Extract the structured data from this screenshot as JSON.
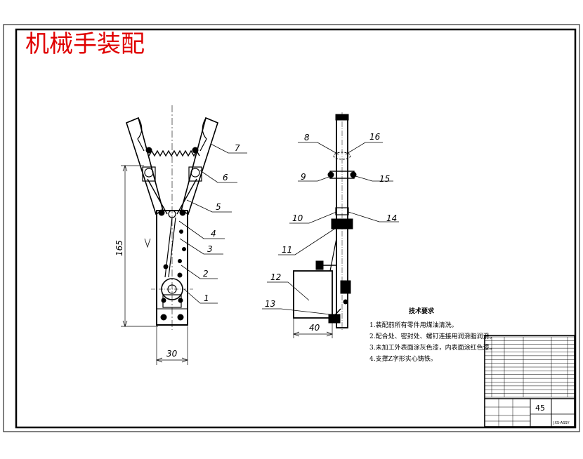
{
  "drawing": {
    "title": "机械手装配",
    "part_labels": [
      "1",
      "2",
      "3",
      "4",
      "5",
      "6",
      "7",
      "8",
      "9",
      "10",
      "11",
      "12",
      "13",
      "14",
      "15",
      "16"
    ],
    "dimensions": {
      "height": "165",
      "width": "30",
      "bracket_width": "40"
    },
    "tech_requirements": {
      "heading": "技术要求",
      "items": [
        "1.装配前所有零件用煤油清洗。",
        "2.配合处、密封处、螺钉连接用润滑脂润滑。",
        "3.未加工外表面涂灰色漆，内表面涂红色漆。",
        "4.支撑Z字形实心铸铁。"
      ]
    },
    "title_block": {
      "material": "45",
      "drawing_no": "JXS-ASSY"
    }
  },
  "colors": {
    "title": "#e00000",
    "line": "#000000",
    "background": "#ffffff"
  }
}
